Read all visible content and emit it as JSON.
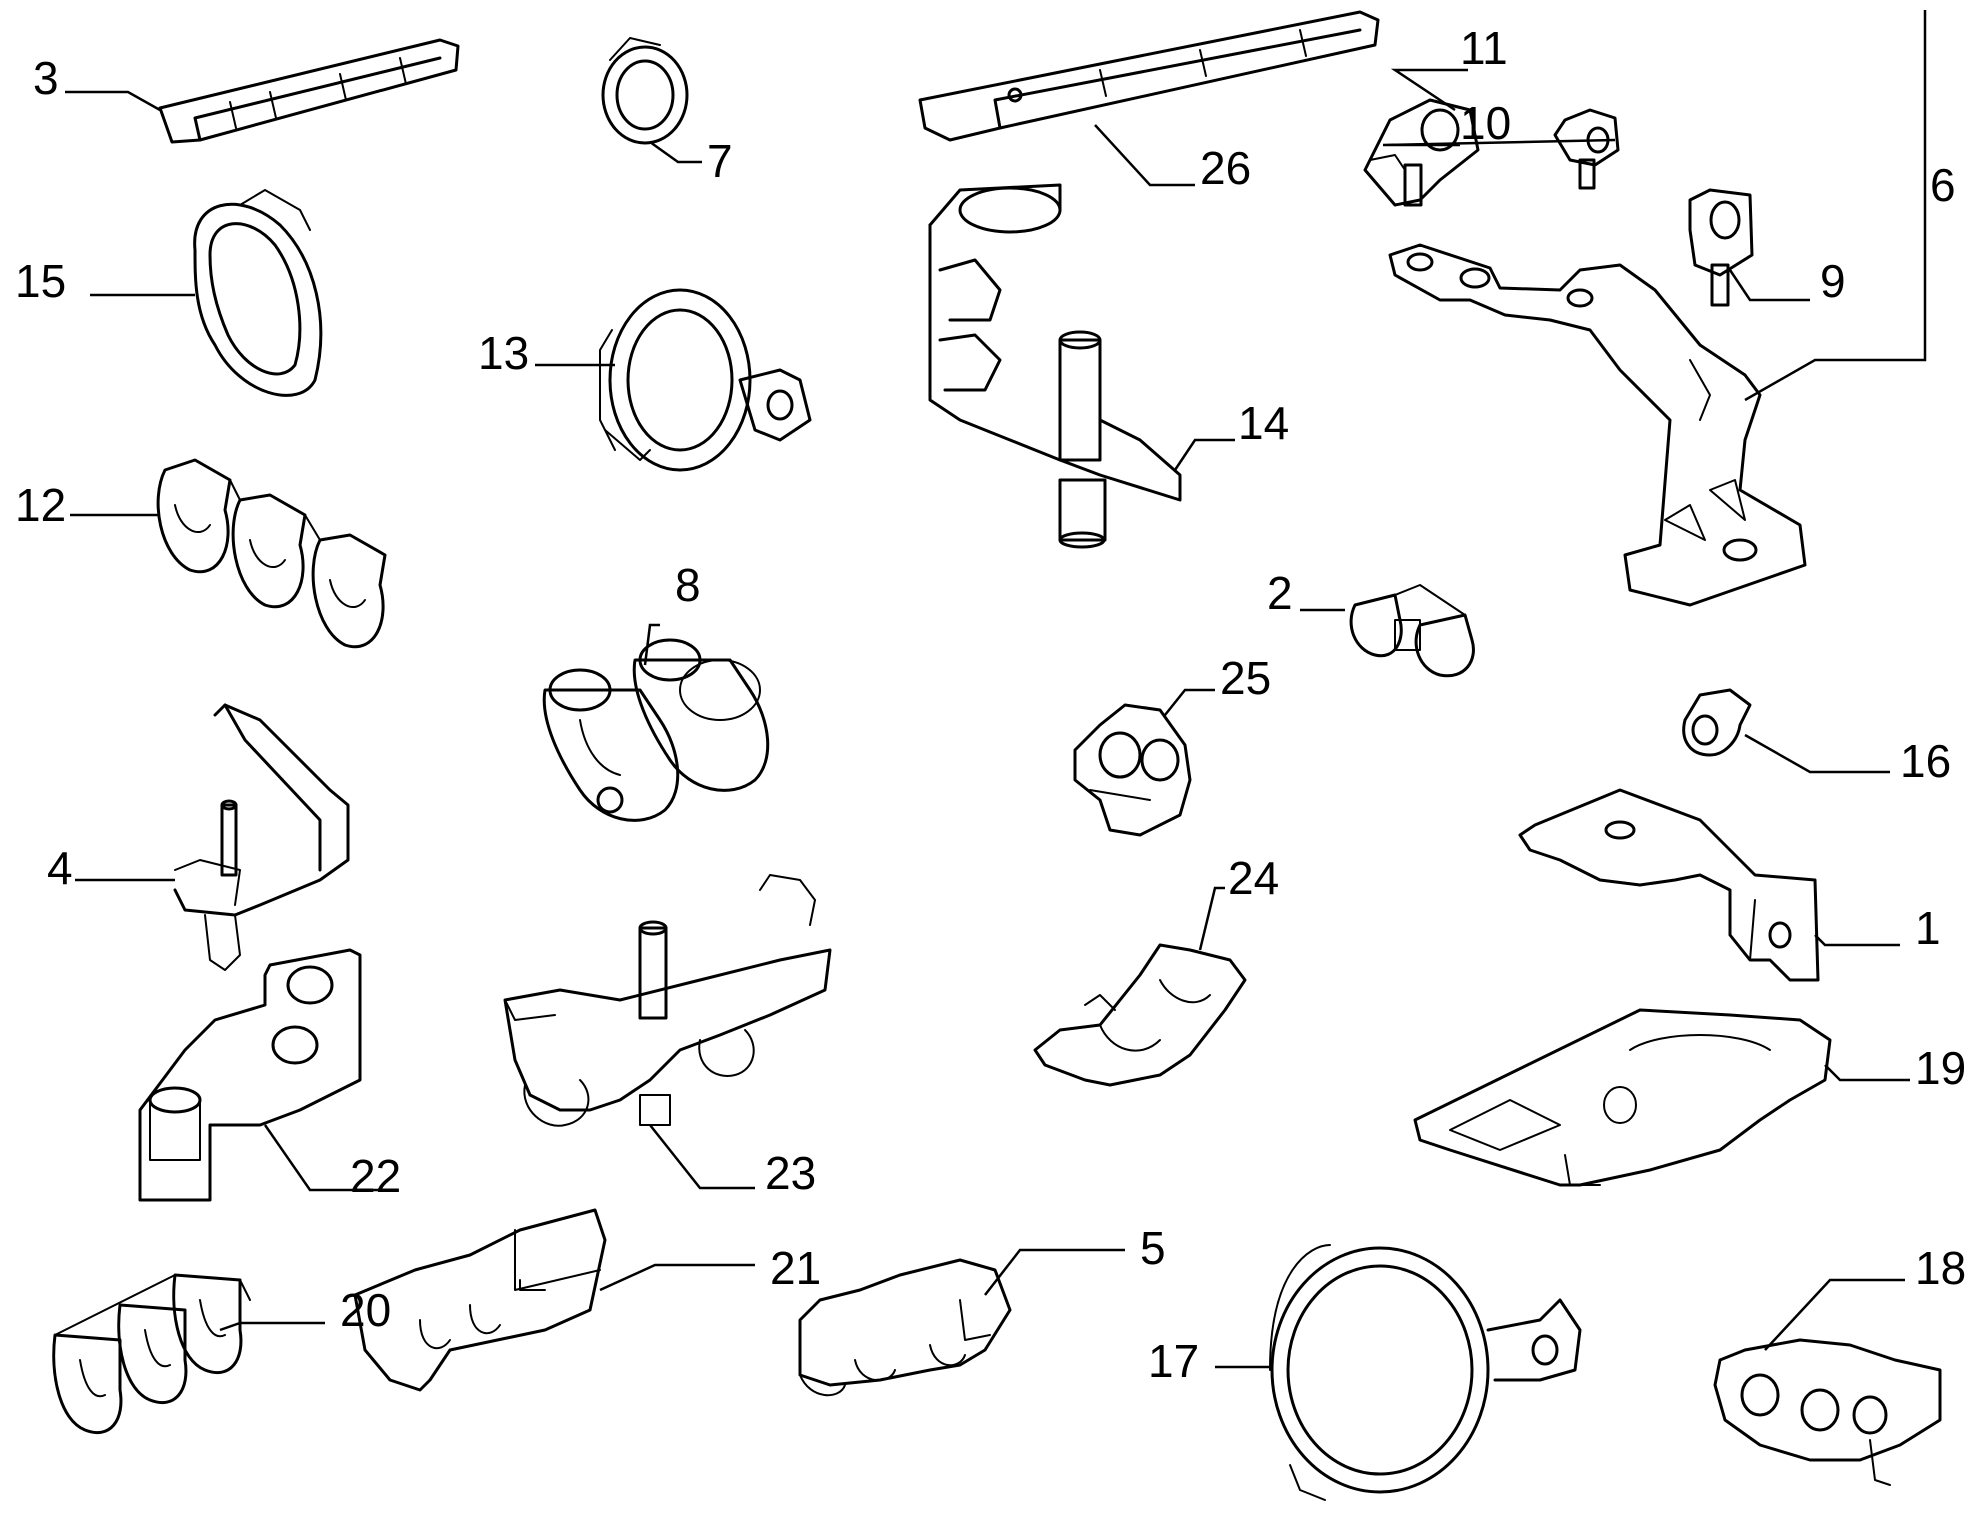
{
  "figure": {
    "callouts": [
      {
        "key": "c1",
        "text": "1"
      },
      {
        "key": "c2",
        "text": "2"
      },
      {
        "key": "c3",
        "text": "3"
      },
      {
        "key": "c4",
        "text": "4"
      },
      {
        "key": "c5",
        "text": "5"
      },
      {
        "key": "c6",
        "text": "6"
      },
      {
        "key": "c7",
        "text": "7"
      },
      {
        "key": "c8",
        "text": "8"
      },
      {
        "key": "c9",
        "text": "9"
      },
      {
        "key": "c10",
        "text": "10"
      },
      {
        "key": "c11",
        "text": "11"
      },
      {
        "key": "c12",
        "text": "12"
      },
      {
        "key": "c13",
        "text": "13"
      },
      {
        "key": "c14",
        "text": "14"
      },
      {
        "key": "c15",
        "text": "15"
      },
      {
        "key": "c16",
        "text": "16"
      },
      {
        "key": "c17",
        "text": "17"
      },
      {
        "key": "c18",
        "text": "18"
      },
      {
        "key": "c19",
        "text": "19"
      },
      {
        "key": "c20",
        "text": "20"
      },
      {
        "key": "c21",
        "text": "21"
      },
      {
        "key": "c22",
        "text": "22"
      },
      {
        "key": "c23",
        "text": "23"
      },
      {
        "key": "c24",
        "text": "24"
      },
      {
        "key": "c25",
        "text": "25"
      },
      {
        "key": "c26",
        "text": "26"
      }
    ]
  }
}
